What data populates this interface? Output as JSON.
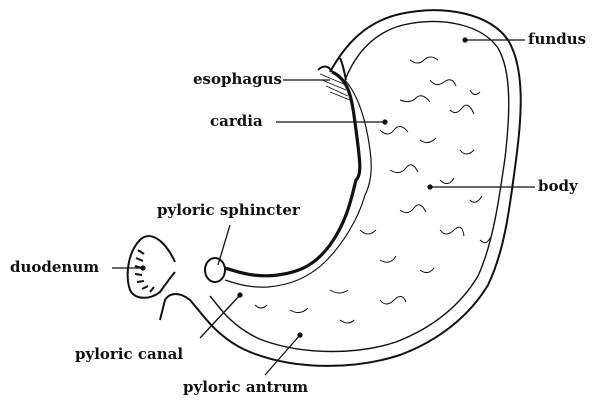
{
  "labels": {
    "fundus": "fundus",
    "esophagus": "esophagus",
    "cardia": "cardia",
    "body": "body",
    "pyloric_sphincter": "pyloric sphincter",
    "duodenum": "duodenum",
    "pyloric_canal": "pyloric canal",
    "pyloric_antrum": "pyloric antrum"
  },
  "colors": {
    "ink": "#111111",
    "background": "#ffffff"
  }
}
